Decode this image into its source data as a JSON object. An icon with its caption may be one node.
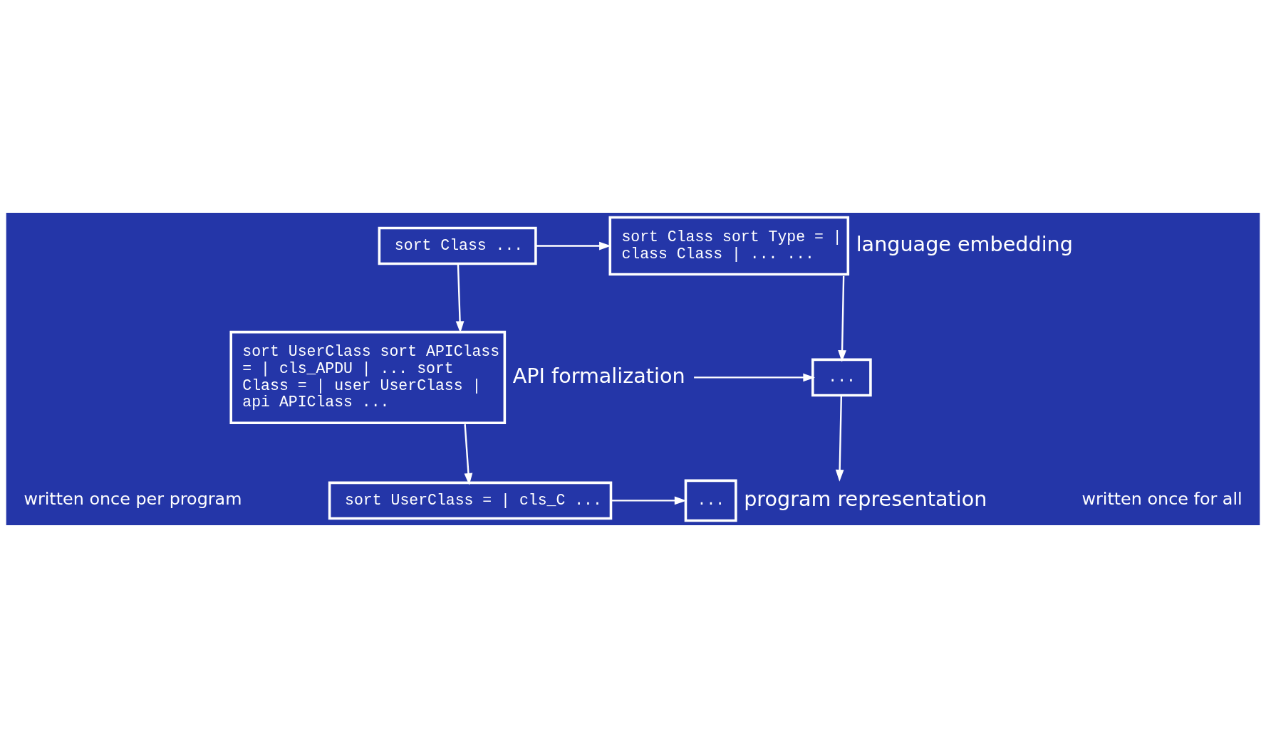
{
  "diagram": {
    "nodes": [
      {
        "text": [
          "sort Class ..."
        ]
      },
      {
        "text": [
          "sort Class sort Type = | class Class | ... ..."
        ],
        "beside": [
          "language embedding"
        ]
      },
      {
        "text": [
          "sort UserClass sort APIClass = | cls_APDU | ... sort Class = | user UserClass | api APIClass ..."
        ],
        "beside": [
          "API formalization"
        ]
      },
      {
        "text": [
          "..."
        ]
      },
      {
        "text": [
          "sort UserClass = | cls_C ..."
        ]
      },
      {
        "text": [
          "..."
        ],
        "beside": [
          "program representation"
        ]
      }
    ],
    "edges": [
      {
        "from": 0,
        "to": 1,
        "arrow": "to"
      },
      {
        "from": 0,
        "to": 2,
        "arrow": "to"
      },
      {
        "from": 1,
        "to": 3,
        "arrow": "to"
      },
      {
        "from": 2,
        "to": 3,
        "arrow": "to"
      },
      {
        "from": 2,
        "to": 4,
        "arrow": "to"
      },
      {
        "from": 3,
        "to": 5,
        "arrow": "to"
      },
      {
        "from": 4,
        "to": 5,
        "arrow": "to"
      }
    ],
    "labels": [
      "written once for all",
      "written once per program"
    ]
  }
}
